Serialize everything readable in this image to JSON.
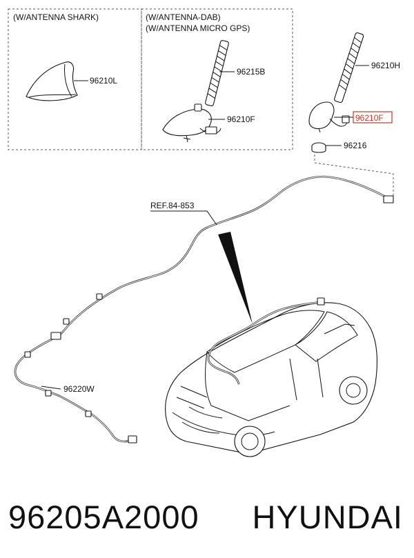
{
  "boxes": {
    "shark_title": "(W/ANTENNA SHARK)",
    "dab_title_1": "(W/ANTENNA-DAB)",
    "dab_title_2": "(W/ANTENNA MICRO GPS)"
  },
  "callouts": {
    "p96210L": "96210L",
    "p96215B": "96215B",
    "p96210F_dab": "96210F",
    "p96210H": "96210H",
    "p96210F_hl": "96210F",
    "p96216": "96216",
    "ref": "REF.84-853",
    "p96220W": "96220W"
  },
  "colors": {
    "highlight": "#c0392b",
    "line": "#111111"
  },
  "footer": {
    "part_number": "96205A2000",
    "brand": "HYUNDAI"
  }
}
